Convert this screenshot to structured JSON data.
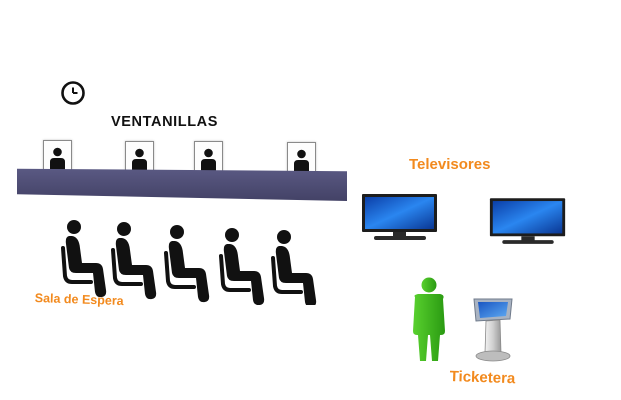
{
  "diagram": {
    "title": "VENTANILLAS",
    "labels": {
      "televisores": "Televisores",
      "sala_de_espera": "Sala de Espera",
      "ticketera": "Ticketera"
    },
    "counts": {
      "ventanillas": 4,
      "waiting_chairs": 5,
      "televisions": 2
    },
    "colors": {
      "label_accent": "#f28a1e",
      "desk": "#4b4a72",
      "tv_screen": "#1a64d8",
      "person_figure": "#3cb31c"
    },
    "icons": [
      "clock-icon",
      "clerk-icon",
      "seated-person-icon",
      "television-icon",
      "standing-person-icon",
      "ticket-kiosk-icon"
    ]
  }
}
